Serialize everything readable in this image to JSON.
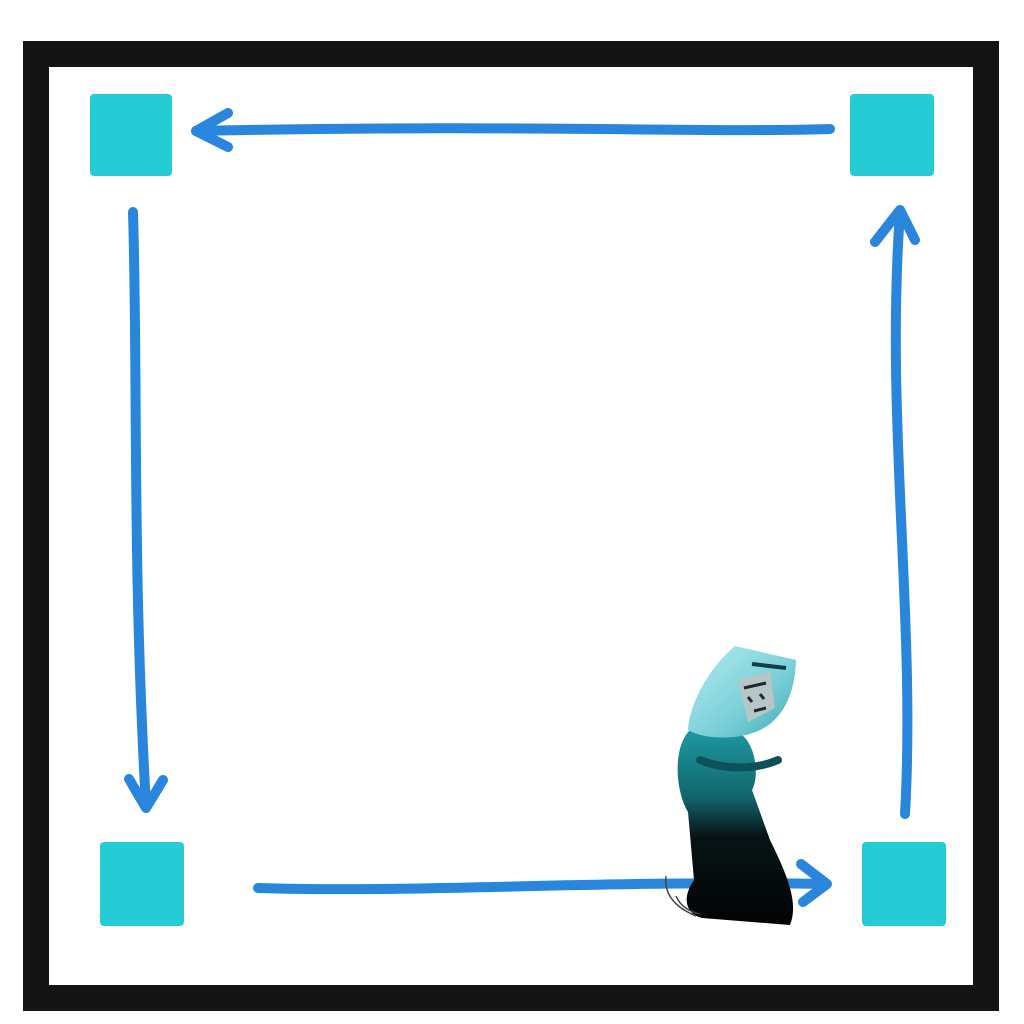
{
  "scene": {
    "type": "patrol-path",
    "colors": {
      "background": "#ffffff",
      "frame": "#141414",
      "waypoint": "#25ccd6",
      "path_arrow": "#2a86dc",
      "character_head": "#7fd3db",
      "character_torso": "#1f8f97",
      "character_robe": "#050708"
    },
    "waypoints": [
      {
        "id": "top-left"
      },
      {
        "id": "top-right"
      },
      {
        "id": "bottom-left"
      },
      {
        "id": "bottom-right"
      }
    ],
    "path_order": [
      "top-right",
      "top-left",
      "bottom-left",
      "bottom-right",
      "top-right"
    ],
    "path_direction": "counter-clockwise",
    "character": {
      "description_icon": "hooded-figure-icon",
      "location": "bottom-right"
    }
  }
}
